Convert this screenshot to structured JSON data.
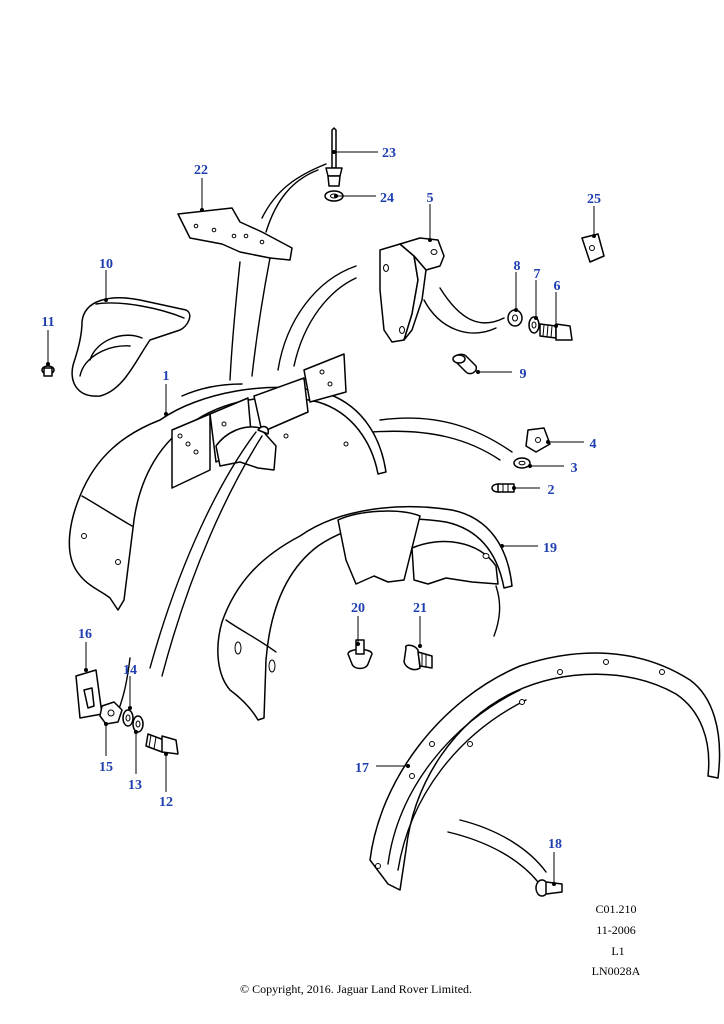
{
  "diagram": {
    "callouts": [
      "1",
      "2",
      "3",
      "4",
      "5",
      "6",
      "7",
      "8",
      "9",
      "10",
      "11",
      "12",
      "13",
      "14",
      "15",
      "16",
      "17",
      "18",
      "19",
      "20",
      "21",
      "22",
      "23",
      "24",
      "25"
    ],
    "reference": {
      "code": "C01.210",
      "date": "11-2006",
      "level": "L1",
      "illustration": "LN0028A"
    },
    "copyright": "© Copyright, 2016. Jaguar Land Rover Limited.",
    "colors": {
      "callout": "#1f3fb0",
      "line": "#000000",
      "background": "#ffffff"
    }
  }
}
